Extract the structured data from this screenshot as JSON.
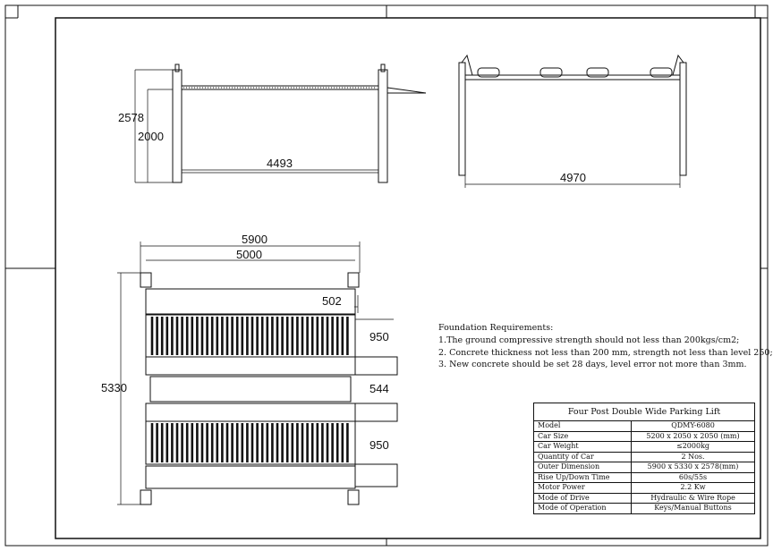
{
  "dimensions": {
    "side_total_height": "2578",
    "side_lift_height": "2000",
    "side_span": "4493",
    "front_width": "4970",
    "plan_total_length": "5900",
    "plan_inner_length": "5000",
    "plan_post_offset": "502",
    "plan_runway_width_upper": "950",
    "plan_gap": "544",
    "plan_runway_width_lower": "950",
    "plan_total_width": "5330"
  },
  "foundation": {
    "title": "Foundation  Requirements:",
    "items": [
      "1.The ground compressive strength should not less than 200kgs/cm2;",
      "2.  Concrete thickness not less than 200 mm, strength not less than level 250;",
      "3.  New concrete should be set 28 days,  level error not more than 3mm."
    ]
  },
  "spec_table": {
    "title": "Four Post Double Wide Parking Lift",
    "rows": [
      {
        "label": "Model",
        "value": "QDMY-6080"
      },
      {
        "label": "Car Size",
        "value": "5200 x 2050 x 2050 (mm)"
      },
      {
        "label": "Car Weight",
        "value": "≤2000kg"
      },
      {
        "label": "Quantity of Car",
        "value": "2 Nos."
      },
      {
        "label": "Outer Dimension",
        "value": "5900 x 5330 x 2578(mm)"
      },
      {
        "label": "Rise Up/Down Time",
        "value": "60s/55s"
      },
      {
        "label": "Motor Power",
        "value": "2.2 Kw"
      },
      {
        "label": "Mode of Drive",
        "value": "Hydraulic & Wire Rope"
      },
      {
        "label": "Mode of Operation",
        "value": "Keys/Manual Buttons"
      }
    ]
  }
}
